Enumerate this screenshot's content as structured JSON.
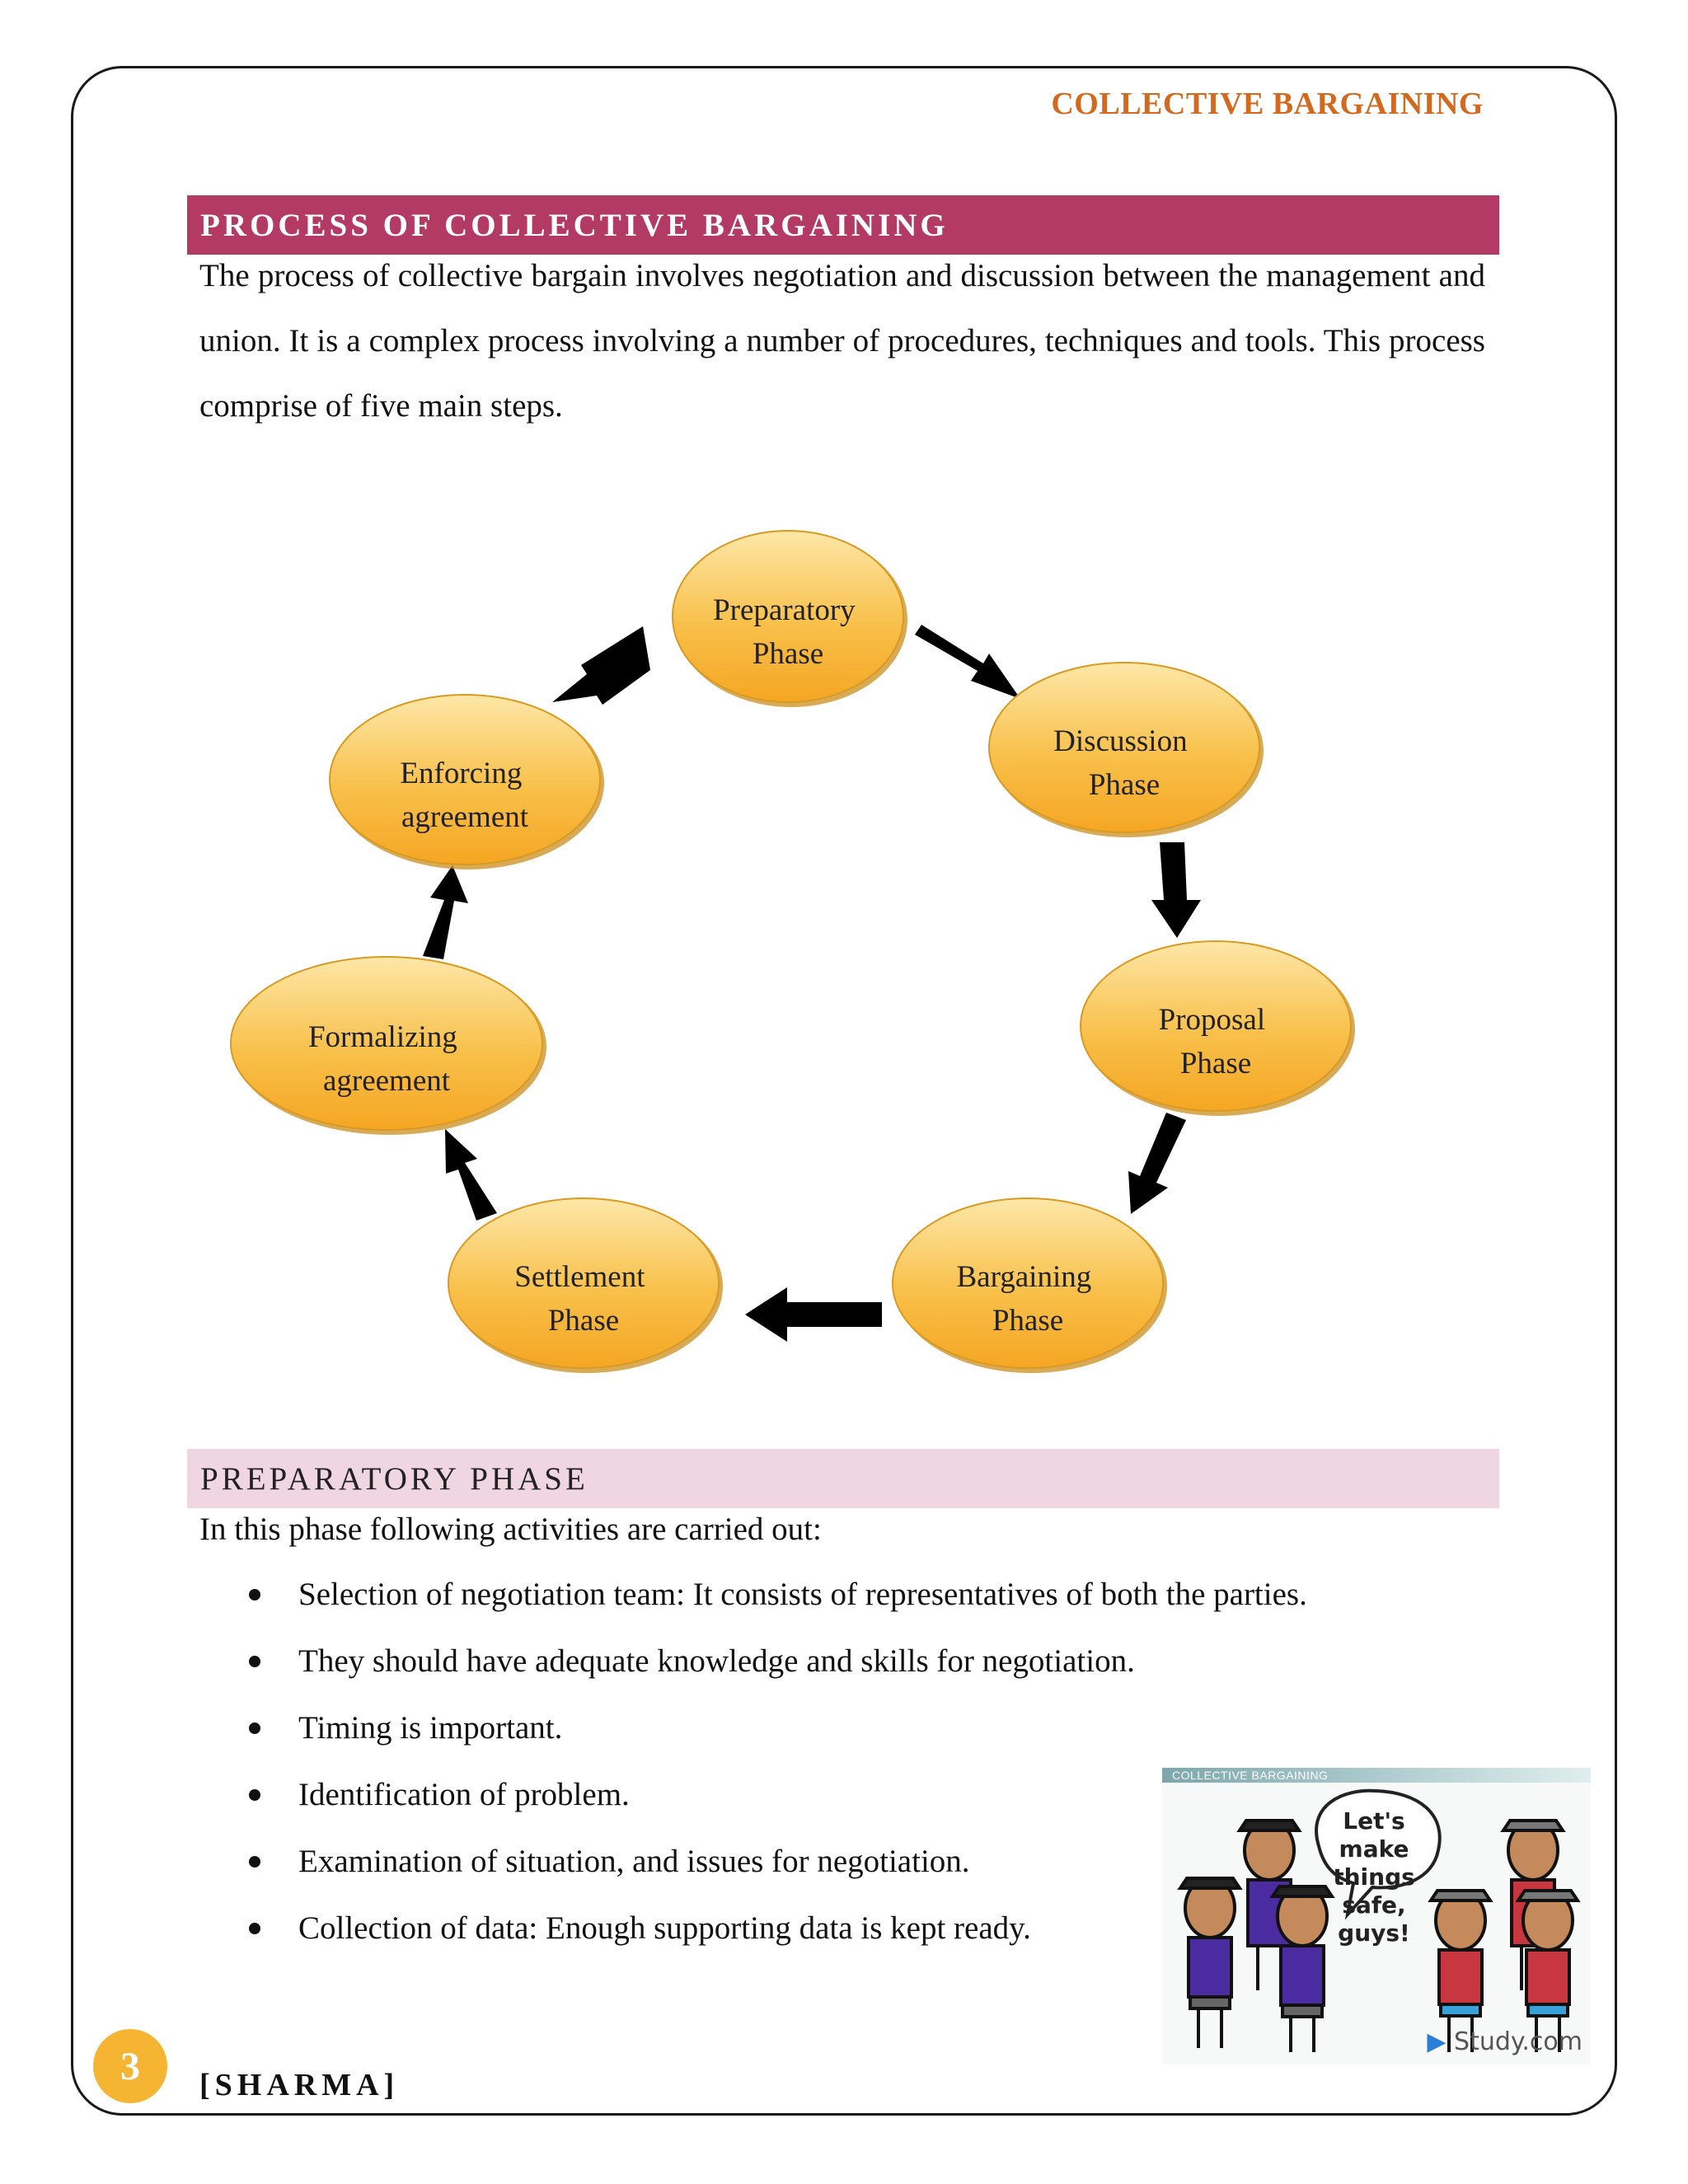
{
  "header": {
    "title": "COLLECTIVE BARGAINING"
  },
  "section_process": {
    "heading": "PROCESS OF COLLECTIVE BARGAINING",
    "intro": "The process of collective bargain involves negotiation and discussion between the management and union. It is a complex process involving a number of procedures, techniques and tools. This process comprise of five main steps."
  },
  "cycle": {
    "phases": [
      {
        "line1": "Preparatory",
        "line2": "Phase"
      },
      {
        "line1": "Discussion",
        "line2": "Phase"
      },
      {
        "line1": "Proposal",
        "line2": "Phase"
      },
      {
        "line1": "Bargaining",
        "line2": "Phase"
      },
      {
        "line1": "Settlement",
        "line2": "Phase"
      },
      {
        "line1": "Formalizing",
        "line2": "agreement"
      },
      {
        "line1": "Enforcing",
        "line2": "agreement"
      }
    ],
    "colors": {
      "fill_top": "#fde7a8",
      "fill_bottom": "#f5a623",
      "stroke": "#c7860e",
      "arrow": "#000000"
    }
  },
  "section_preparatory": {
    "heading": "PREPARATORY PHASE",
    "lead": "In this phase following activities are carried out:",
    "items": [
      "Selection of negotiation team: It consists of representatives of both the parties.",
      "They should have adequate knowledge and skills for negotiation.",
      "Timing is important.",
      "Identification of problem.",
      "Examination of situation, and issues for negotiation.",
      "Collection of data: Enough supporting data is kept ready."
    ]
  },
  "cartoon": {
    "banner": "COLLECTIVE BARGAINING",
    "speech_line1": "Let's make",
    "speech_line2": "things safe,",
    "speech_line3": "guys!",
    "brand": "Study.com"
  },
  "footer": {
    "page_number": "3",
    "author": "[SHARMA]"
  }
}
